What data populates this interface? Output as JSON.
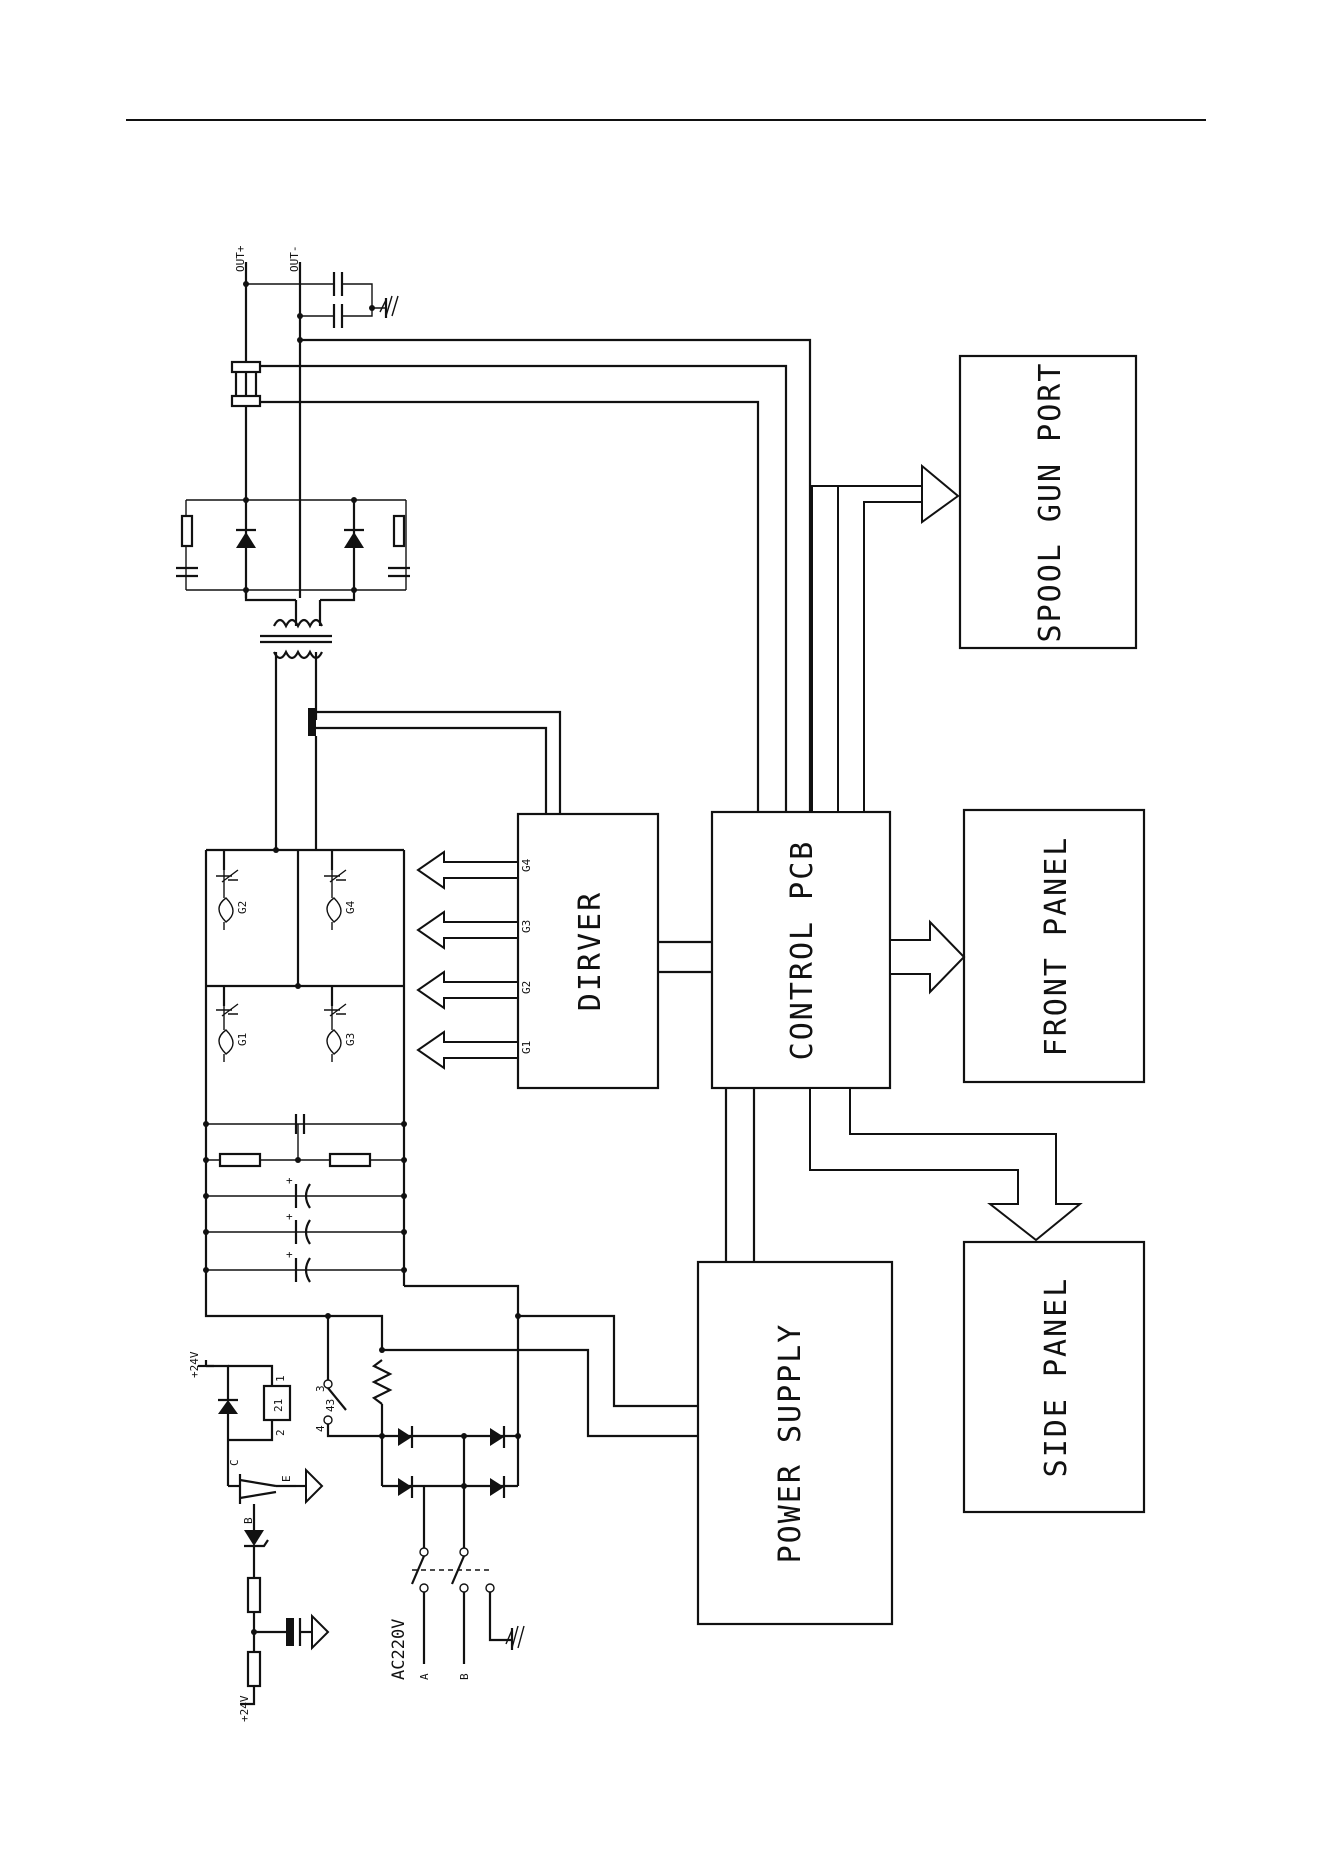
{
  "blocks": {
    "spool_gun_port": "SPOOL GUN PORT",
    "front_panel": "FRONT PANEL",
    "side_panel": "SIDE PANEL",
    "control_pcb": "CONTROL PCB",
    "driver": "DIRVER",
    "power_supply": "POWER SUPPLY"
  },
  "labels": {
    "out_plus": "OUT+",
    "out_minus": "OUT-",
    "ac_input": "AC220V",
    "phase_a": "A",
    "phase_b": "B",
    "supply_24v_top": "+24V",
    "supply_24v_bottom": "+24V",
    "gate_g1": "G1",
    "gate_g2": "G2",
    "gate_g3": "G3",
    "gate_g4": "G4",
    "driver_pin_g1": "G1",
    "driver_pin_g2": "G2",
    "driver_pin_g3": "G3",
    "driver_pin_g4": "G4",
    "relay_pin_1": "1",
    "relay_pin_2": "2",
    "relay_pin_3": "3",
    "relay_pin_4": "4",
    "relay_contact": "43",
    "relay_coil": "21",
    "transistor_c": "C",
    "transistor_b": "B",
    "transistor_e": "E"
  }
}
